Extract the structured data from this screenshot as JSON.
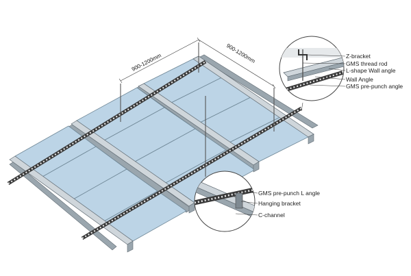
{
  "dimensions": {
    "span_a": "900-1200mm",
    "span_b": "900-1200mm"
  },
  "detail_top": {
    "labels": [
      "Z-bracket",
      "GMS thread rod",
      "L-shape Wall angle",
      "Wall Angle",
      "GMS pre-punch angle"
    ]
  },
  "detail_bottom": {
    "labels": [
      "GMS pre-punch L angle",
      "Hanging bracket",
      "C-channel"
    ]
  },
  "colors": {
    "panel": "#bcd4e6",
    "rail": "#cfd6db",
    "bar": "#3a3a3a"
  }
}
